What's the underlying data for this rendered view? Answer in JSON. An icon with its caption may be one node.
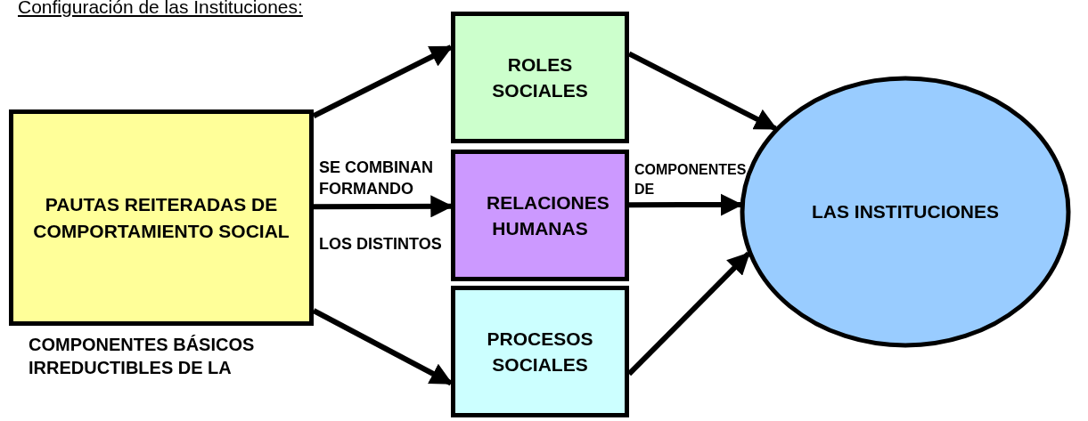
{
  "diagram": {
    "title": "Configuración de las Instituciones:",
    "nodes": [
      {
        "text": [
          "PAUTAS REITERADAS DE COMPORTAMIENTO SOCIAL"
        ],
        "beside": [
          "COMPONENTES BÁSICOS IRREDUCTIBLES DE LA"
        ]
      },
      {
        "text": [
          "ROLES SOCIALES"
        ]
      },
      {
        "text": [
          "RELACIONES HUMANAS"
        ]
      },
      {
        "text": [
          "PROCESOS SOCIALES"
        ]
      },
      {
        "text": [
          "LAS INSTITUCIONES"
        ]
      }
    ],
    "edges": [
      {
        "from": 0,
        "to": 1,
        "arrow": "to"
      },
      {
        "from": 0,
        "to": 2,
        "arrow": "to",
        "label": "SE COMBINAN FORMANDO"
      },
      {
        "from": 0,
        "to": 3,
        "arrow": "to"
      },
      {
        "from": 1,
        "to": 4,
        "arrow": "to"
      },
      {
        "from": 2,
        "to": 4,
        "arrow": "to",
        "label": "COMPONENTES DE"
      },
      {
        "from": 3,
        "to": 4,
        "arrow": "to"
      }
    ],
    "labels": [
      "LOS DISTINTOS"
    ]
  }
}
